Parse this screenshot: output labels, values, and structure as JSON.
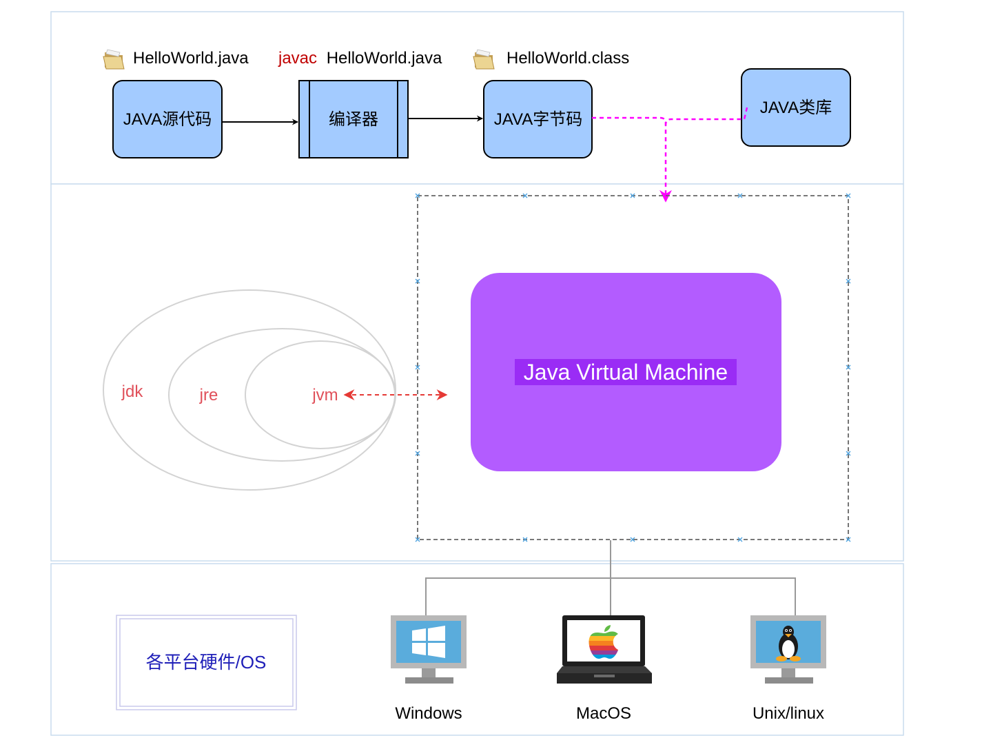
{
  "colors": {
    "box_fill": "#a3cbff",
    "box_stroke": "#000000",
    "jvm_fill": "#b35cff",
    "jvm_text_bg": "#9a2cf5",
    "dashed_arrow": "#ff00ff",
    "red_arrow": "#e53935",
    "ellipse_text": "#e0505a",
    "javac": "#c00000",
    "os_text": "#1f1fb8",
    "panel_border": "#c9dced",
    "connector": "#999999"
  },
  "top": {
    "file_source": "HelloWorld.java",
    "cmd_javac": "javac",
    "cmd_file": "HelloWorld.java",
    "file_class": "HelloWorld.class",
    "box_source": "JAVA源代码",
    "box_compiler": "编译器",
    "box_bytecode": "JAVA字节码",
    "box_library": "JAVA类库"
  },
  "middle": {
    "jdk": "jdk",
    "jre": "jre",
    "jvm": "jvm",
    "jvm_title": "Java Virtual Machine"
  },
  "bottom": {
    "platform_label": "各平台硬件/OS",
    "os": [
      "Windows",
      "MacOS",
      "Unix/linux"
    ]
  }
}
